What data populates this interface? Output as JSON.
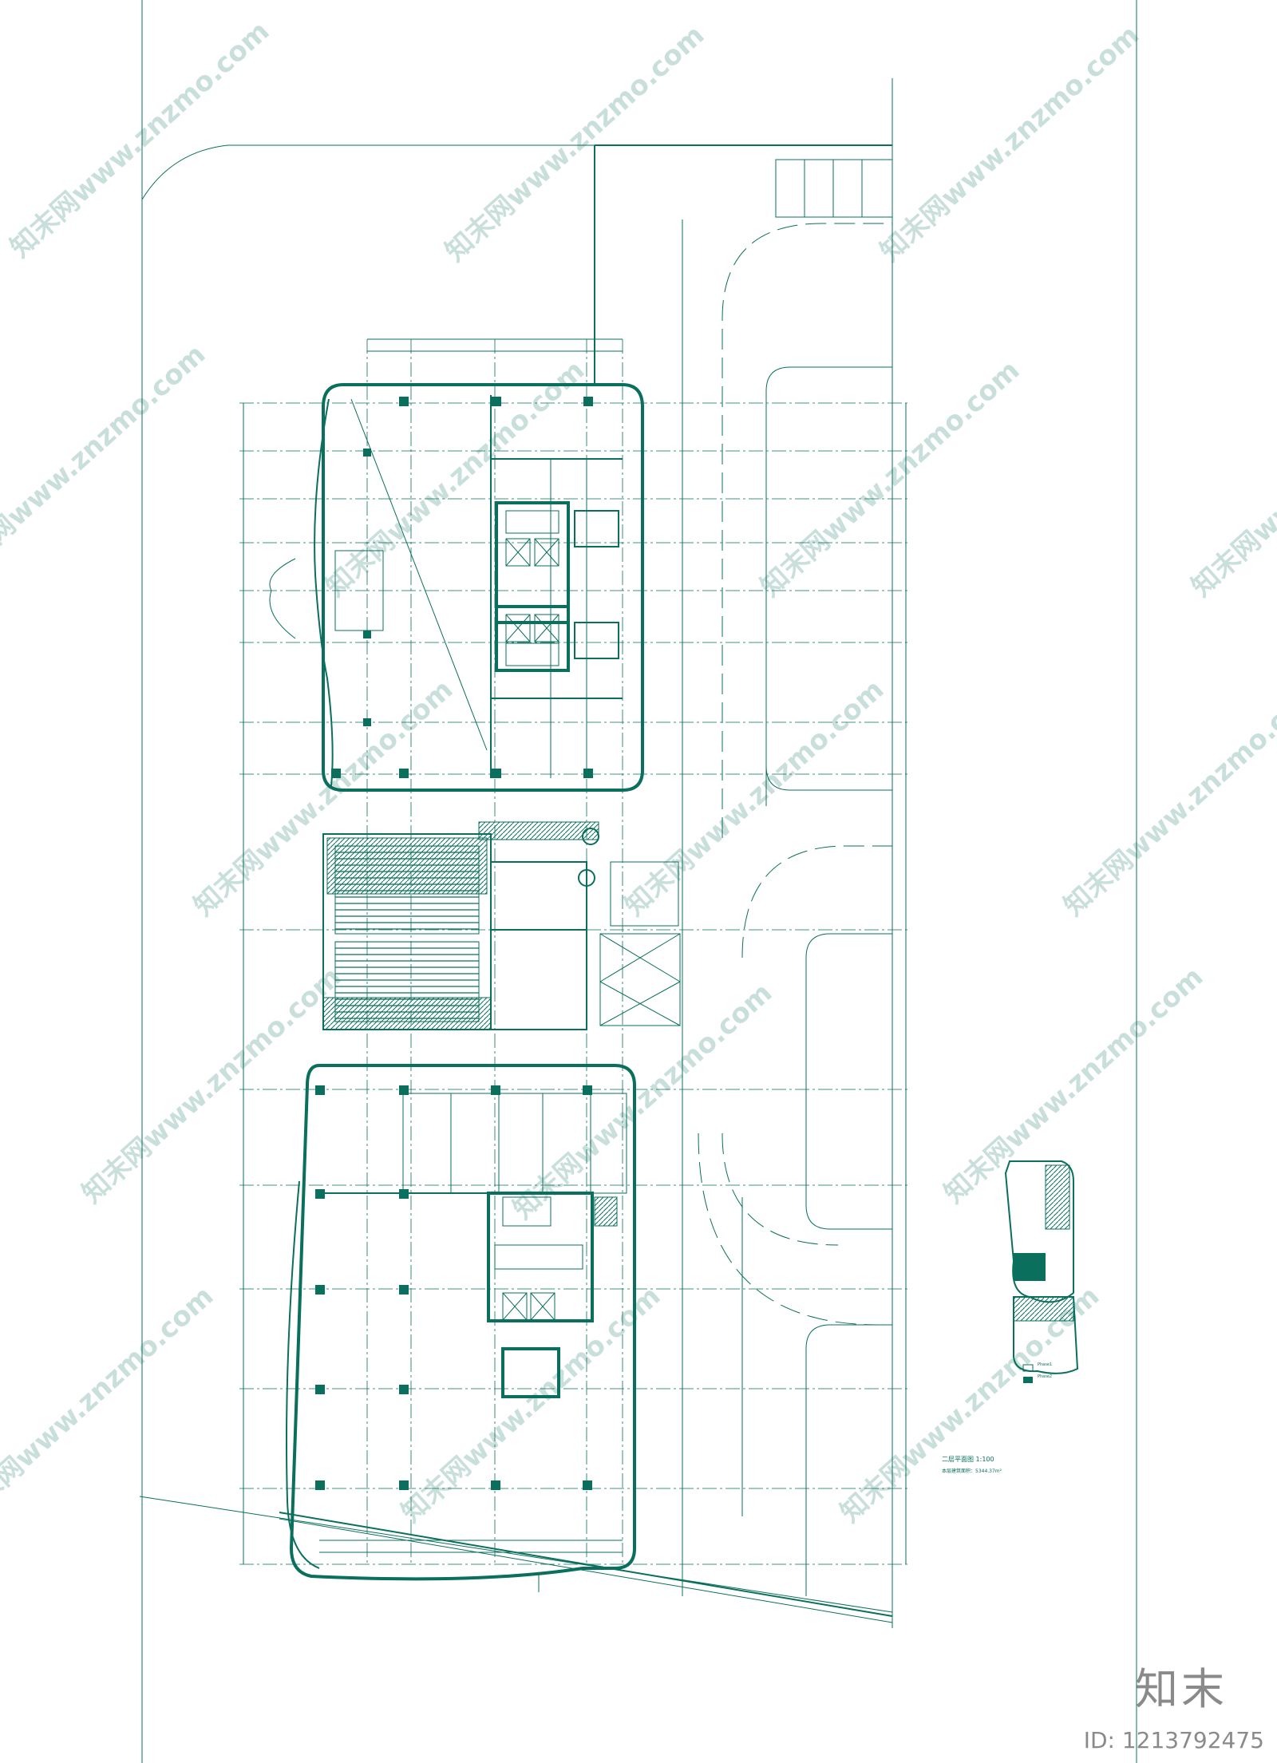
{
  "drawing": {
    "title": "二层平面图",
    "scale": "1:100",
    "note": "本层建筑面积：5344.37m²",
    "colors": {
      "line": "#0a6f5c",
      "watermark": "#0a6f5c",
      "logo": "#8a8a8a"
    }
  },
  "inset_legend": {
    "items": [
      "Phase1",
      "Phase2"
    ]
  },
  "watermark": {
    "text": "知末网www.znzmo.com"
  },
  "brand": {
    "logo_text": "知末",
    "id_text": "ID: 1213792475"
  }
}
